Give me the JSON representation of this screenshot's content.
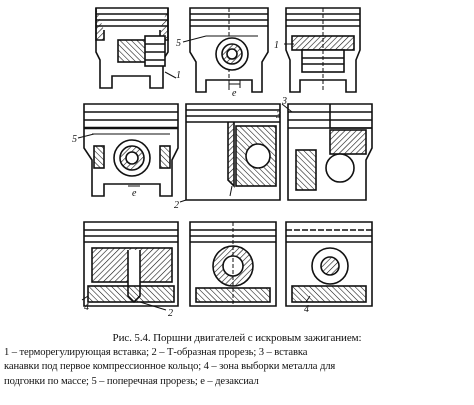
{
  "figure": {
    "callouts": {
      "p1": "1",
      "p2_5": "5",
      "p2_e": "e",
      "p3_1": "1",
      "p4_5": "5",
      "p5_e": "e",
      "p5_2": "2",
      "p6_3a": "3",
      "p6_3b": "3",
      "p7_4": "4",
      "p8_2": "2",
      "p9_4": "4"
    }
  },
  "caption": {
    "title": "Рис. 5.4. Поршни двигателей с искровым зажиганием:",
    "line1": "1 – терморегулирующая  вставка;  2 – Т-образная прорезь;  3 – вставка",
    "line2": "канавки  под  первое  компрессионное  кольцо;  4 – зона  выборки  металла  для",
    "line3": "подгонки по массе; 5 – поперечная прорезь; е – дезаксиал"
  }
}
